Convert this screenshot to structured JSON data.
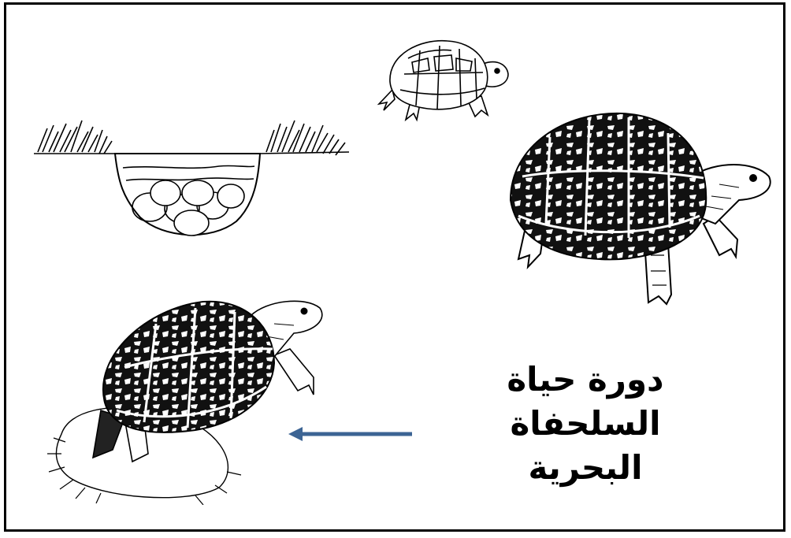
{
  "diagram": {
    "title_line1": "دورة حياة",
    "title_line2": "السلحفاة البحرية",
    "arrow_color": "#3c6494",
    "stages": [
      {
        "name": "egg-nest"
      },
      {
        "name": "hatchling-turtle"
      },
      {
        "name": "adult-turtle"
      },
      {
        "name": "nesting-female-turtle"
      }
    ]
  }
}
